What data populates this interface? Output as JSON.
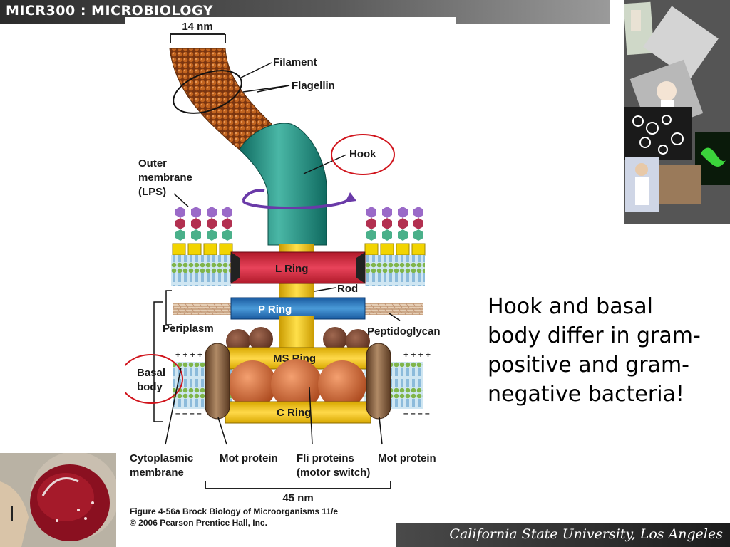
{
  "header": {
    "title": "MICR300 : MICROBIOLOGY"
  },
  "footer": {
    "text": "California State University, Los Angeles"
  },
  "side_text": [
    "Hook and basal",
    "body differ in gram-",
    "positive and gram-",
    "negative bacteria!"
  ],
  "diagram": {
    "dimension_top": "14 nm",
    "dimension_bottom": "45 nm",
    "labels": {
      "filament": "Filament",
      "flagellin": "Flagellin",
      "hook": "Hook",
      "outer_membrane_1": "Outer",
      "outer_membrane_2": "membrane",
      "outer_membrane_3": "(LPS)",
      "l_ring": "L Ring",
      "rod": "Rod",
      "p_ring": "P Ring",
      "periplasm": "Periplasm",
      "peptidoglycan": "Peptidoglycan",
      "ms_ring": "MS Ring",
      "basal_body_1": "Basal",
      "basal_body_2": "body",
      "c_ring": "C Ring",
      "cytoplasmic_1": "Cytoplasmic",
      "cytoplasmic_2": "membrane",
      "mot_protein_left": "Mot protein",
      "fli_proteins_1": "Fli proteins",
      "fli_proteins_2": "(motor switch)",
      "mot_protein_right": "Mot protein"
    },
    "caption_1": "Figure 4-56a  Brock Biology of Microorganisms 11/e",
    "caption_2": "© 2006 Pearson Prentice Hall, Inc.",
    "highlight_color": "#d0141c"
  }
}
